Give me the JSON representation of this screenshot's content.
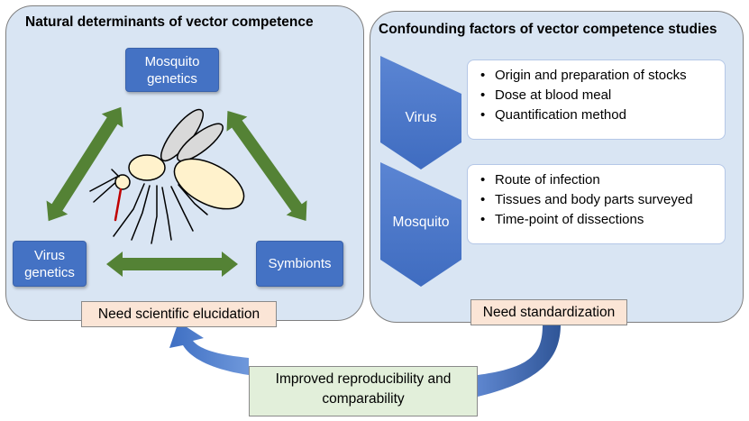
{
  "left_panel": {
    "title": "Natural determinants of vector competence",
    "mosquito_genetics": [
      "Mosquito",
      "genetics"
    ],
    "virus_genetics": [
      "Virus",
      "genetics"
    ],
    "symbionts": "Symbionts",
    "need_label": "Need scientific elucidation"
  },
  "right_panel": {
    "title": "Confounding factors of vector competence studies",
    "virus": {
      "label": "Virus",
      "items": [
        "Origin and preparation of stocks",
        "Dose at blood meal",
        "Quantification method"
      ]
    },
    "mosquito": {
      "label": "Mosquito",
      "items": [
        "Route of infection",
        "Tissues and body parts surveyed",
        "Time-point of dissections"
      ]
    },
    "need_label": "Need standardization"
  },
  "outcome": [
    "Improved reproducibility and",
    "comparability"
  ],
  "colors": {
    "panel_fill": "#d9e5f3",
    "box_blue": "#4472c4",
    "arrow_green": "#548235",
    "peach": "#fbe5d6",
    "light_green": "#e2efda"
  }
}
